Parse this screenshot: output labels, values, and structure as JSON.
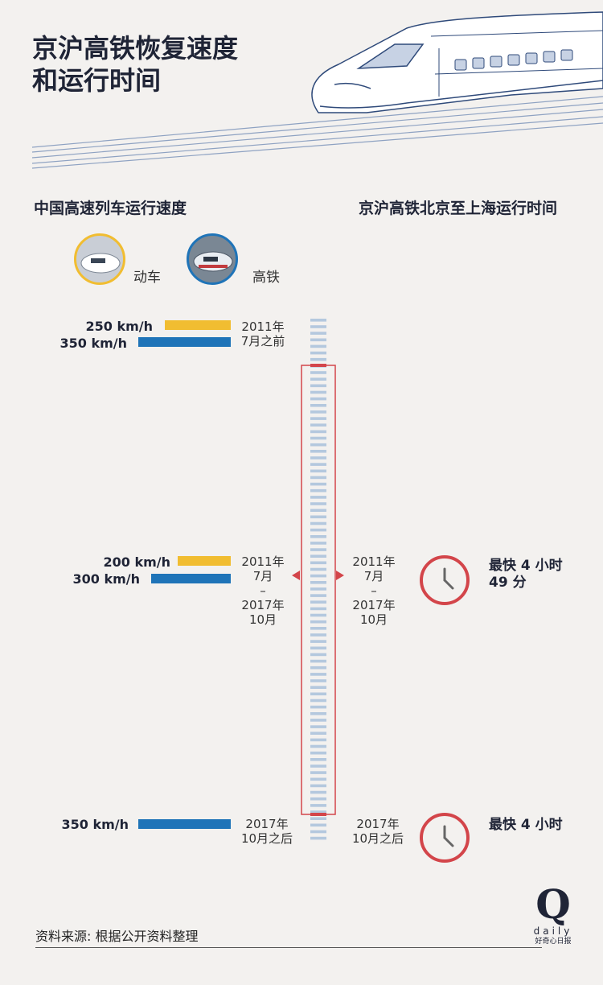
{
  "title": {
    "line1": "京沪高铁恢复速度",
    "line2": "和运行时间"
  },
  "left_heading": "中国高速列车运行速度",
  "right_heading": "京沪高铁北京至上海运行时间",
  "legend": {
    "dongche": "动车",
    "gaotie": "高铁"
  },
  "periods": [
    {
      "dongche_speed": "250 km/h",
      "gaotie_speed": "350 km/h",
      "left_date": [
        "2011年",
        "7月之前"
      ]
    },
    {
      "dongche_speed": "200 km/h",
      "gaotie_speed": "300 km/h",
      "left_date": [
        "2011年",
        "7月",
        "–",
        "2017年",
        "10月"
      ],
      "right_date": [
        "2011年",
        "7月",
        "–",
        "2017年",
        "10月"
      ],
      "time": [
        "最快 4 小时",
        "49 分"
      ]
    },
    {
      "gaotie_speed": "350 km/h",
      "left_date": [
        "2017年",
        "10月之后"
      ],
      "right_date": [
        "2017年",
        "10月之后"
      ],
      "time": [
        "最快 4 小时"
      ]
    }
  ],
  "source": "资料来源: 根据公开资料整理",
  "logo": {
    "mark": "Q",
    "word": "daily",
    "cn": "好奇心日报"
  },
  "colors": {
    "dongche": "#f1bd31",
    "gaotie": "#1f74b8",
    "accent": "#d3454a",
    "track": "#b4c8de"
  }
}
